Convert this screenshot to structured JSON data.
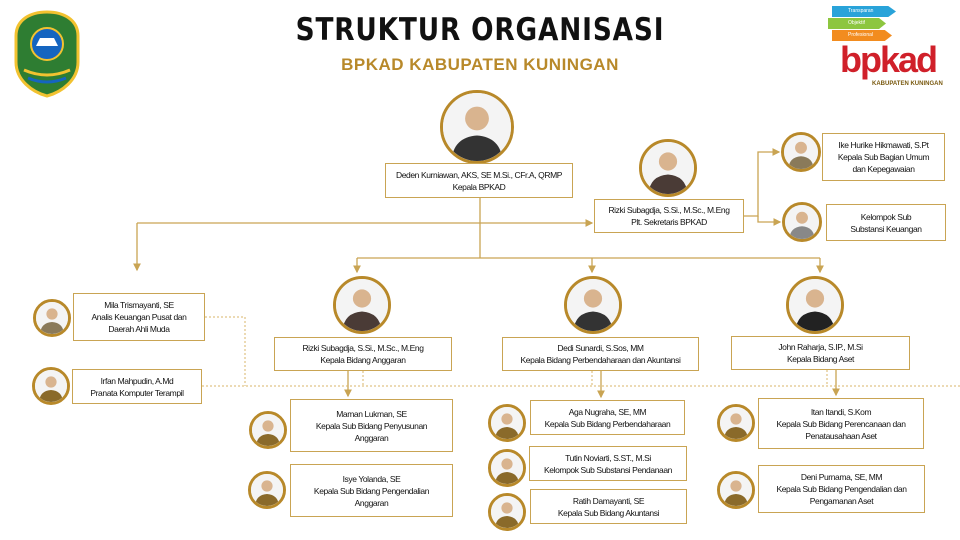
{
  "header": {
    "title": "STRUKTUR ORGANISASI",
    "subtitle": "BPKAD KABUPATEN KUNINGAN"
  },
  "logo_right": {
    "arrows": [
      "Transparan",
      "Objektif",
      "Profesional"
    ],
    "wordmark": "bpkad",
    "tagline": "KABUPATEN KUNINGAN"
  },
  "colors": {
    "accent": "#b8892a",
    "line": "#c9a453",
    "brand_red": "#d0202a"
  },
  "nodes": {
    "kepala": {
      "name": "Deden Kurniawan, AKS, SE M.Si., CFr.A, QRMP",
      "role": "Kepala BPKAD"
    },
    "sekretaris": {
      "name": "Rizki Subagdja, S.Si., M.Sc., M.Eng",
      "role": "Plt. Sekretaris BPKAD"
    },
    "umum": {
      "name": "Ike Hurike Hikmawati, S.Pt",
      "role": "Kepala Sub Bagian Umum dan Kepegawaian"
    },
    "keuangan": {
      "name": "Kelompok Sub",
      "role": "Substansi Keuangan"
    },
    "analis": {
      "name": "Mila Trismayanti, SE",
      "role": "Analis Keuangan Pusat dan Daerah Ahli Muda"
    },
    "pranata": {
      "name": "Irfan Mahpudin, A.Md",
      "role": "Pranata Komputer Terampil"
    },
    "anggaran": {
      "name": "Rizki Subagdja, S.Si., M.Sc., M.Eng",
      "role": "Kepala Bidang Anggaran"
    },
    "perbendaharaan": {
      "name": "Dedi Sunardi, S.Sos, MM",
      "role": "Kepala Bidang Perbendaharaan dan Akuntansi"
    },
    "aset": {
      "name": "John Raharja, S.IP., M.Si",
      "role": "Kepala Bidang Aset"
    },
    "penyusunan": {
      "name": "Maman Lukman,  SE",
      "role": "Kepala Sub Bidang Penyusunan Anggaran"
    },
    "pengendalian_anggaran": {
      "name": "Isye Yolanda, SE",
      "role": "Kepala Sub Bidang Pengendalian Anggaran"
    },
    "sub_perbendaharaan": {
      "name": "Aga Nugraha, SE, MM",
      "role": "Kepala Sub Bidang Perbendaharaan"
    },
    "pendanaan": {
      "name": "Tutin Noviarti, S.ST., M.Si",
      "role": "Kelompok Sub Substansi Pendanaan"
    },
    "akuntansi": {
      "name": "Ratih Damayanti, SE",
      "role": "Kepala Sub Bidang Akuntansi"
    },
    "perencanaan_aset": {
      "name": "Itan Itandi, S.Kom",
      "role": "Kepala Sub Bidang Perencanaan dan Penatausahaan Aset"
    },
    "pengamanan_aset": {
      "name": "Deni Purnama, SE, MM",
      "role": "Kepala Sub Bidang Pengendalian dan Pengamanan Aset"
    }
  }
}
